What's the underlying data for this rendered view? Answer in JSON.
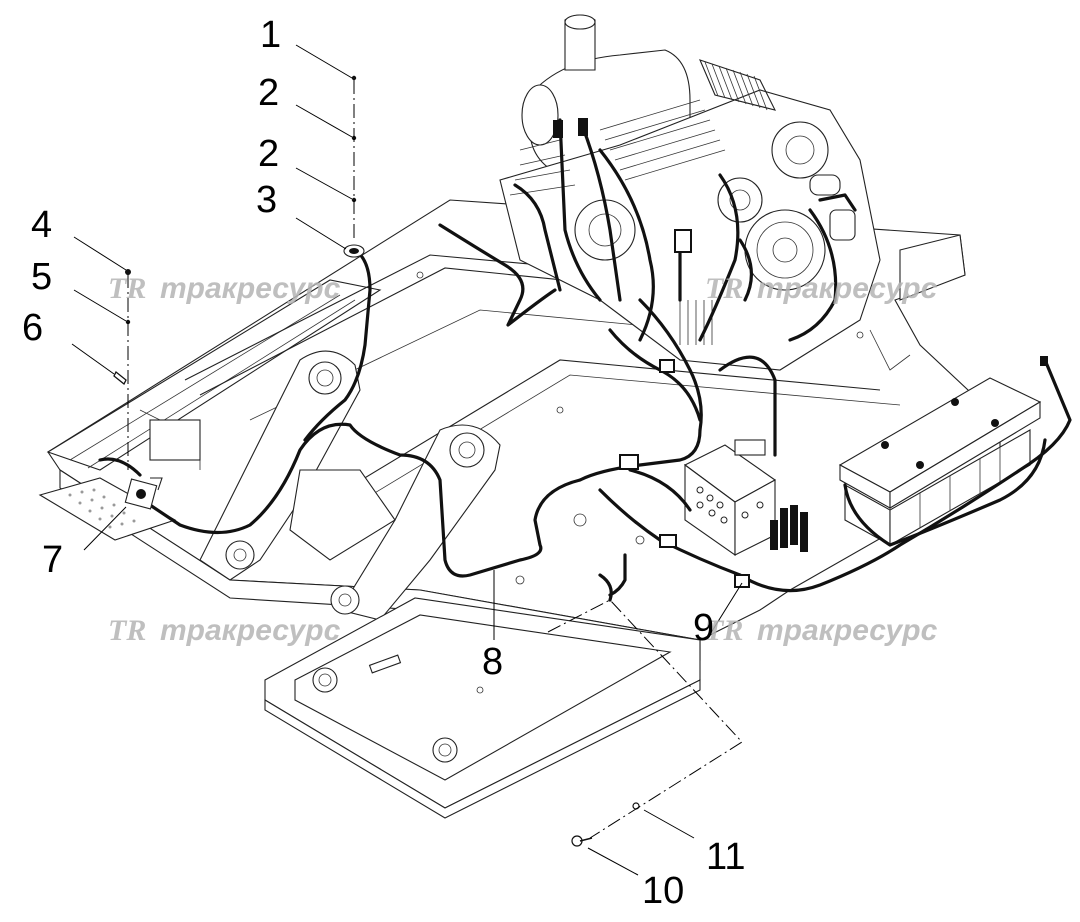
{
  "callouts": [
    {
      "id": "c1",
      "label": "1"
    },
    {
      "id": "c2a",
      "label": "2"
    },
    {
      "id": "c2b",
      "label": "2"
    },
    {
      "id": "c3",
      "label": "3"
    },
    {
      "id": "c4",
      "label": "4"
    },
    {
      "id": "c5",
      "label": "5"
    },
    {
      "id": "c6",
      "label": "6"
    },
    {
      "id": "c7",
      "label": "7"
    },
    {
      "id": "c8",
      "label": "8"
    },
    {
      "id": "c9",
      "label": "9"
    },
    {
      "id": "c10",
      "label": "10"
    },
    {
      "id": "c11",
      "label": "11"
    }
  ],
  "watermark": {
    "logo": "TR",
    "text": "тракресурс",
    "color": "#b4b4b4"
  }
}
